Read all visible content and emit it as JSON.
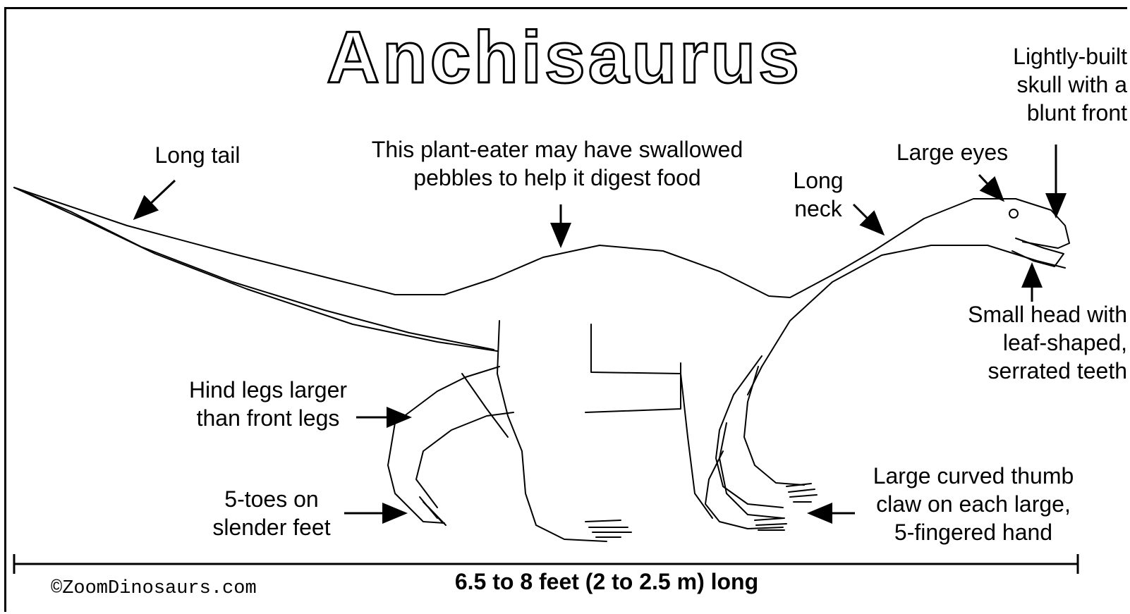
{
  "title": "Anchisaurus",
  "labels": {
    "long_tail": "Long tail",
    "plant_eater": "This plant-eater may have swallowed\npebbles to help it digest food",
    "long_neck": "Long\nneck",
    "large_eyes": "Large eyes",
    "skull": "Lightly-built\nskull with a\nblunt front",
    "small_head": "Small head with\nleaf-shaped,\nserrated teeth",
    "hind_legs": "Hind legs larger\nthan front legs",
    "toes": "5-toes on\nslender feet",
    "thumb_claw": "Large curved thumb\nclaw on each large,\n5-fingered hand"
  },
  "length_label": "6.5 to 8  feet (2 to 2.5 m) long",
  "copyright": "©ZoomDinosaurs.com"
}
